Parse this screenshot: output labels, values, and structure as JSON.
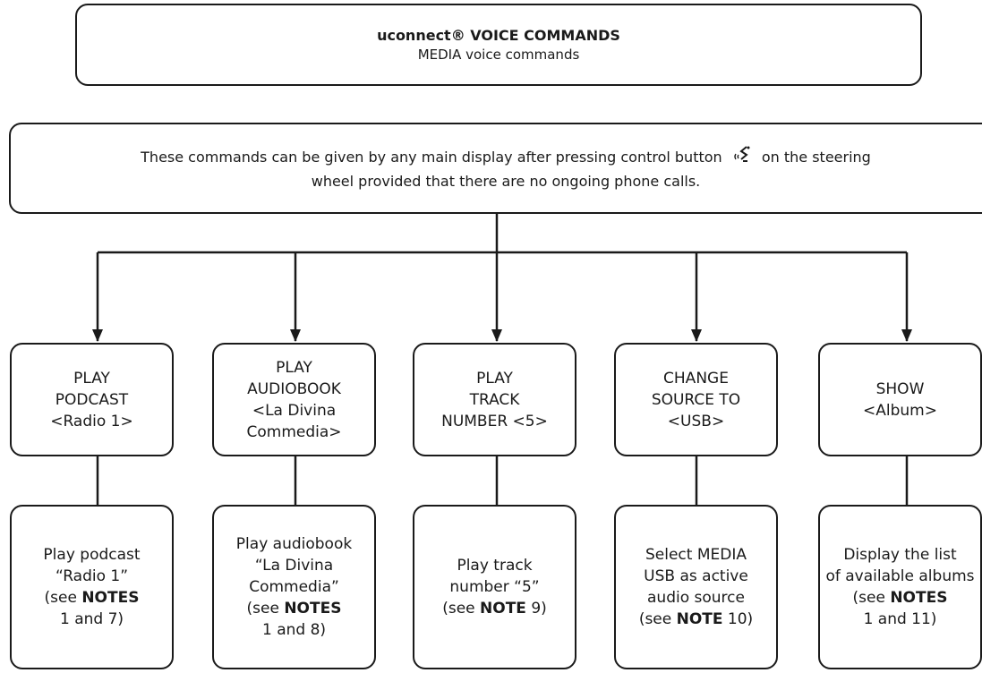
{
  "header": {
    "title": "uconnect® VOICE COMMANDS",
    "subtitle": "MEDIA voice commands"
  },
  "intro": {
    "text_before_icon": "These commands can be given by any main display after pressing control button",
    "text_after_icon": "on the steering",
    "line2": "wheel provided that there are no ongoing phone calls.",
    "icon": "voice-command-icon"
  },
  "commands": [
    {
      "lines": [
        "PLAY",
        "PODCAST",
        "<Radio 1>"
      ]
    },
    {
      "lines": [
        "PLAY",
        "AUDIOBOOK",
        "<La Divina",
        "Commedia>"
      ]
    },
    {
      "lines": [
        "PLAY",
        "TRACK",
        "NUMBER <5>"
      ]
    },
    {
      "lines": [
        "CHANGE",
        "SOURCE TO",
        "<USB>"
      ]
    },
    {
      "lines": [
        "SHOW",
        "<Album>"
      ]
    }
  ],
  "results": [
    {
      "lines": [
        "Play podcast",
        "“Radio 1”"
      ],
      "see": "(see ",
      "note_word": "NOTES",
      "note_end": "1 and 7)"
    },
    {
      "lines": [
        "Play audiobook",
        "“La Divina",
        "Commedia”"
      ],
      "see": "(see ",
      "note_word": "NOTES",
      "note_end": "1 and 8)"
    },
    {
      "lines": [
        "Play track",
        "number “5”"
      ],
      "see": "(see ",
      "note_word": "NOTE",
      "note_tail": " 9)"
    },
    {
      "lines": [
        "Select MEDIA",
        "USB as active",
        "audio source"
      ],
      "see": "(see ",
      "note_word": "NOTE",
      "note_tail": " 10)"
    },
    {
      "lines": [
        "Display the list",
        "of available albums"
      ],
      "see": "(see ",
      "note_word": "NOTES",
      "note_end": "1 and 11)"
    }
  ]
}
